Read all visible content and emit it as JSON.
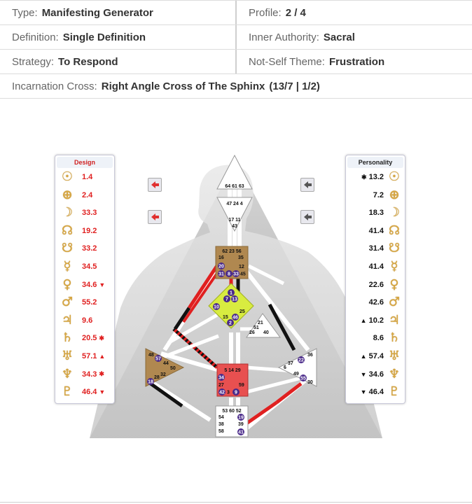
{
  "profile_info": {
    "type_label": "Type:",
    "type_value": "Manifesting Generator",
    "profile_label": "Profile:",
    "profile_value": "2 / 4",
    "definition_label": "Definition:",
    "definition_value": "Single Definition",
    "authority_label": "Inner Authority:",
    "authority_value": "Sacral",
    "strategy_label": "Strategy:",
    "strategy_value": "To Respond",
    "notself_label": "Not-Self Theme:",
    "notself_value": "Frustration",
    "cross_label": "Incarnation Cross:",
    "cross_value": "Right Angle Cross of The Sphinx",
    "cross_gates": "(13/7 | 1/2)"
  },
  "design_panel": {
    "title": "Design",
    "rows": [
      {
        "planet": "sun-icon",
        "glyph": "☉",
        "value": "1.4",
        "mark": ""
      },
      {
        "planet": "earth-icon",
        "glyph": "⊕",
        "value": "2.4",
        "mark": ""
      },
      {
        "planet": "moon-icon",
        "glyph": "☽",
        "value": "33.3",
        "mark": ""
      },
      {
        "planet": "north-node-icon",
        "glyph": "☊",
        "value": "19.2",
        "mark": ""
      },
      {
        "planet": "south-node-icon",
        "glyph": "☋",
        "value": "33.2",
        "mark": ""
      },
      {
        "planet": "mercury-icon",
        "glyph": "☿",
        "value": "34.5",
        "mark": ""
      },
      {
        "planet": "venus-icon",
        "glyph": "♀",
        "value": "34.6",
        "mark": "▼"
      },
      {
        "planet": "mars-icon",
        "glyph": "♂",
        "value": "55.2",
        "mark": ""
      },
      {
        "planet": "jupiter-icon",
        "glyph": "♃",
        "value": "9.6",
        "mark": ""
      },
      {
        "planet": "saturn-icon",
        "glyph": "♄",
        "value": "20.5",
        "mark": "✱"
      },
      {
        "planet": "uranus-icon",
        "glyph": "♅",
        "value": "57.1",
        "mark": "▲"
      },
      {
        "planet": "neptune-icon",
        "glyph": "♆",
        "value": "34.3",
        "mark": "✱"
      },
      {
        "planet": "pluto-icon",
        "glyph": "♇",
        "value": "46.4",
        "mark": "▼"
      }
    ]
  },
  "personality_panel": {
    "title": "Personality",
    "rows": [
      {
        "planet": "sun-icon",
        "glyph": "☉",
        "value": "13.2",
        "mark": "✱"
      },
      {
        "planet": "earth-icon",
        "glyph": "⊕",
        "value": "7.2",
        "mark": ""
      },
      {
        "planet": "moon-icon",
        "glyph": "☽",
        "value": "18.3",
        "mark": ""
      },
      {
        "planet": "north-node-icon",
        "glyph": "☊",
        "value": "41.4",
        "mark": ""
      },
      {
        "planet": "south-node-icon",
        "glyph": "☋",
        "value": "31.4",
        "mark": ""
      },
      {
        "planet": "mercury-icon",
        "glyph": "☿",
        "value": "41.4",
        "mark": ""
      },
      {
        "planet": "venus-icon",
        "glyph": "♀",
        "value": "22.6",
        "mark": ""
      },
      {
        "planet": "mars-icon",
        "glyph": "♂",
        "value": "42.6",
        "mark": ""
      },
      {
        "planet": "jupiter-icon",
        "glyph": "♃",
        "value": "10.2",
        "mark": "▲"
      },
      {
        "planet": "saturn-icon",
        "glyph": "♄",
        "value": "8.6",
        "mark": ""
      },
      {
        "planet": "uranus-icon",
        "glyph": "♅",
        "value": "57.4",
        "mark": "▲"
      },
      {
        "planet": "neptune-icon",
        "glyph": "♆",
        "value": "34.6",
        "mark": "▼"
      },
      {
        "planet": "pluto-icon",
        "glyph": "♇",
        "value": "46.4",
        "mark": "▼"
      }
    ]
  },
  "bodygraph": {
    "head_gates": "64 61 63",
    "ajna_gates_top": "47 24 4",
    "ajna_gates_bottom_a": "17 11",
    "ajna_gates_bottom_b": "43",
    "throat_gates_a": "62 23 56",
    "throat_gates_b": "16",
    "throat_gates_c": "35",
    "throat_gates_d": "12",
    "throat_active": [
      "20",
      "31",
      "8",
      "33",
      "45"
    ],
    "g_active": [
      "1",
      "7",
      "13",
      "10",
      "46",
      "2"
    ],
    "g_gates": [
      "25",
      "15"
    ],
    "heart_gates": [
      "21",
      "51",
      "26",
      "40"
    ],
    "spleen_gates": [
      "48",
      "44",
      "50",
      "32",
      "28"
    ],
    "spleen_active": [
      "57",
      "18"
    ],
    "sacral_gates": [
      "5 14 29",
      "27",
      "59"
    ],
    "sacral_active": [
      "34",
      "42",
      "3",
      "9"
    ],
    "solar_gates": [
      "36",
      "37",
      "6",
      "49",
      "30"
    ],
    "solar_active": [
      "22",
      "55"
    ],
    "root_gates": [
      "53 60 52",
      "54",
      "38",
      "58",
      "39"
    ],
    "root_active": [
      "19",
      "41"
    ],
    "colors": {
      "defined": "#b08850",
      "sacral": "#e85050",
      "g_center": "#d8ec40",
      "channel_design": "#e02020",
      "channel_personality": "#111111",
      "active_gate": "#4a2a8a"
    }
  }
}
